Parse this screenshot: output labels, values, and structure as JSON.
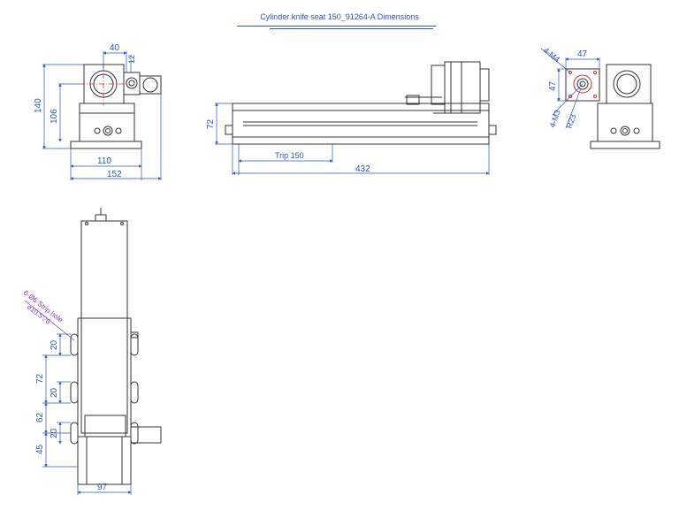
{
  "title": "Cylinder knife seat 150_91264-A Dimensions",
  "front_view": {
    "dim_top": "40",
    "dim_small": "12",
    "dim_height": "140",
    "dim_body": "106",
    "dim_base_inner": "110",
    "dim_base_outer": "152"
  },
  "side_view": {
    "dim_height": "72",
    "trip_label": "Trip 150",
    "dim_length": "432"
  },
  "right_view": {
    "thread_a": "4-M4",
    "dim_width": "47",
    "dim_height": "47",
    "thread_b": "4-M3",
    "radius": "R23"
  },
  "bottom_view": {
    "hole_note": "6-Ø6 Strip hole",
    "hole_sub": "⌀10.5▽6",
    "dim_20a": "20",
    "dim_72": "72",
    "dim_20b": "20",
    "dim_62": "62",
    "dim_20c": "20",
    "dim_45": "45",
    "dim_97": "97"
  },
  "colors": {
    "line": "#333333",
    "dimension": "#2a55c8",
    "annotation": "#8a3cc8",
    "center": "#d03030"
  }
}
